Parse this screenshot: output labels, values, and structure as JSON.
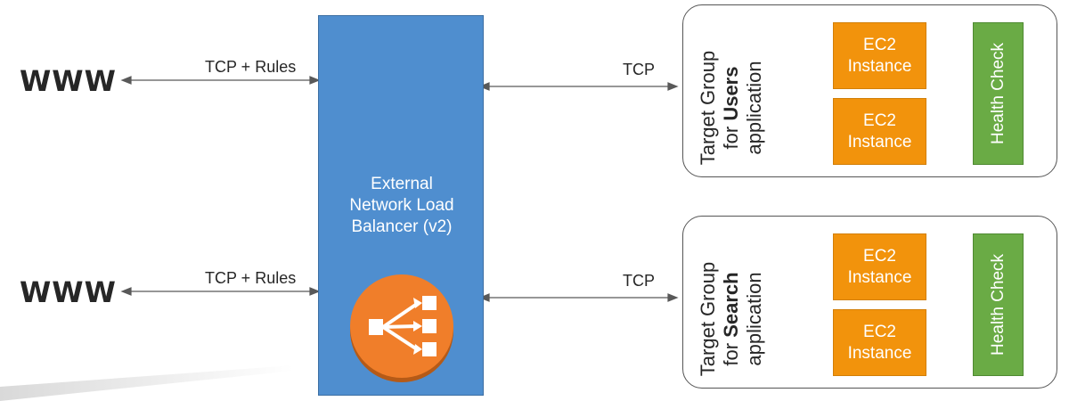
{
  "clients": [
    {
      "label": "WWW",
      "link_label": "TCP + Rules"
    },
    {
      "label": "WWW",
      "link_label": "TCP + Rules"
    }
  ],
  "load_balancer": {
    "line1": "External",
    "line2": "Network Load",
    "line3": "Balancer (v2)",
    "icon": "network-load-balancer-icon"
  },
  "target_links": [
    {
      "label": "TCP"
    },
    {
      "label": "TCP"
    }
  ],
  "target_groups": [
    {
      "title_prefix": "Target Group",
      "title_for": "for",
      "title_bold": "Users",
      "title_suffix": "application",
      "instances": [
        {
          "line1": "EC2",
          "line2": "Instance"
        },
        {
          "line1": "EC2",
          "line2": "Instance"
        }
      ],
      "health_check": "Health Check"
    },
    {
      "title_prefix": "Target Group",
      "title_for": "for",
      "title_bold": "Search",
      "title_suffix": "application",
      "instances": [
        {
          "line1": "EC2",
          "line2": "Instance"
        },
        {
          "line1": "EC2",
          "line2": "Instance"
        }
      ],
      "health_check": "Health Check"
    }
  ],
  "colors": {
    "load_balancer": "#4f8ecf",
    "ec2": "#f2930c",
    "health_check": "#6aab45",
    "nlb_icon": "#f07e2a"
  }
}
